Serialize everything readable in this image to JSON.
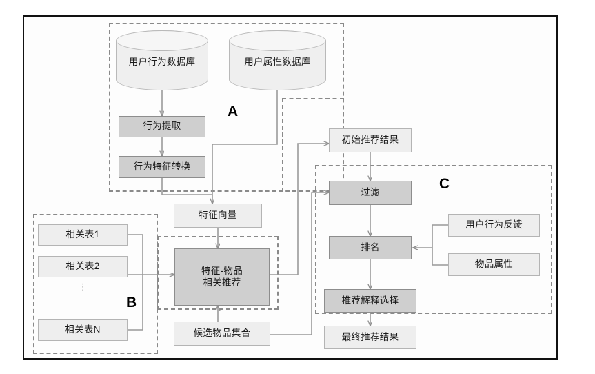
{
  "diagram": {
    "title": "recommendation-system-architecture-flowchart",
    "colors": {
      "frame_border": "#111111",
      "dashed_group": "#8a8a8a",
      "node_light_fill": "#eeeeee",
      "node_light_border": "#b4b4b4",
      "node_dark_fill": "#cfcfcf",
      "node_dark_border": "#8d8d8d",
      "connector": "#9a9a9a",
      "background": "#ffffff"
    },
    "groups": [
      {
        "id": "A",
        "label": "A"
      },
      {
        "id": "B",
        "label": "B"
      },
      {
        "id": "C",
        "label": "C"
      }
    ],
    "datastores": [
      {
        "id": "user-behavior-db",
        "label": "用户行为数据库"
      },
      {
        "id": "user-attribute-db",
        "label": "用户属性数据库"
      }
    ],
    "nodes": [
      {
        "id": "behavior-extraction",
        "label": "行为提取",
        "style": "dark"
      },
      {
        "id": "behavior-feature-transform",
        "label": "行为特征转换",
        "style": "dark"
      },
      {
        "id": "feature-vector",
        "label": "特征向量",
        "style": "light"
      },
      {
        "id": "related-table-1",
        "label": "相关表1",
        "style": "light"
      },
      {
        "id": "related-table-2",
        "label": "相关表2",
        "style": "light"
      },
      {
        "id": "related-table-n",
        "label": "相关表N",
        "style": "light"
      },
      {
        "id": "feature-item-related-recommendation",
        "label": "特征-物品\n相关推荐",
        "line1": "特征-物品",
        "line2": "相关推荐",
        "style": "dark"
      },
      {
        "id": "candidate-item-set",
        "label": "候选物品集合",
        "style": "light"
      },
      {
        "id": "initial-recommendation-result",
        "label": "初始推荐结果",
        "style": "light"
      },
      {
        "id": "filter",
        "label": "过滤",
        "style": "dark"
      },
      {
        "id": "ranking",
        "label": "排名",
        "style": "dark"
      },
      {
        "id": "recommendation-explanation-selection",
        "label": "推荐解释选择",
        "style": "dark"
      },
      {
        "id": "final-recommendation-result",
        "label": "最终推荐结果",
        "style": "light"
      },
      {
        "id": "user-behavior-feedback",
        "label": "用户行为反馈",
        "style": "light"
      },
      {
        "id": "item-attribute",
        "label": "物品属性",
        "style": "light"
      }
    ],
    "ellipsis": "⋮"
  }
}
